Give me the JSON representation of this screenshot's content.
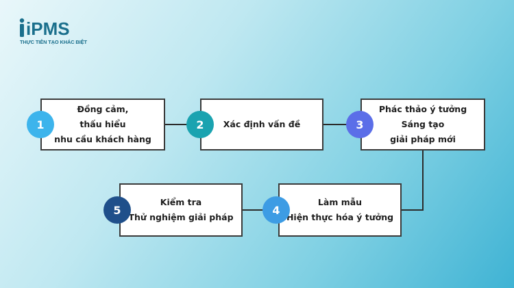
{
  "logo": {
    "brand": "iPMS",
    "tagline": "THỰC TIỄN TẠO KHÁC BIỆT",
    "color": "#1a6f8c"
  },
  "steps": [
    {
      "number": "1",
      "lines": [
        "Đồng cảm,",
        "thấu hiểu",
        "nhu cầu khách hàng"
      ],
      "badge_color": "#3db4ec"
    },
    {
      "number": "2",
      "lines": [
        "Xác định vấn đề"
      ],
      "badge_color": "#1aa3b0"
    },
    {
      "number": "3",
      "lines": [
        "Phác thảo ý tưởng",
        "Sáng tạo",
        "giải pháp mới"
      ],
      "badge_color": "#5b6ee8"
    },
    {
      "number": "4",
      "lines": [
        "Làm mẫu",
        "Hiện thực hóa ý tưởng"
      ],
      "badge_color": "#3d9ce4"
    },
    {
      "number": "5",
      "lines": [
        "Kiểm tra",
        "Thử nghiệm giải pháp"
      ],
      "badge_color": "#1f4f8a"
    }
  ],
  "connector_color": "#2b2b2b"
}
